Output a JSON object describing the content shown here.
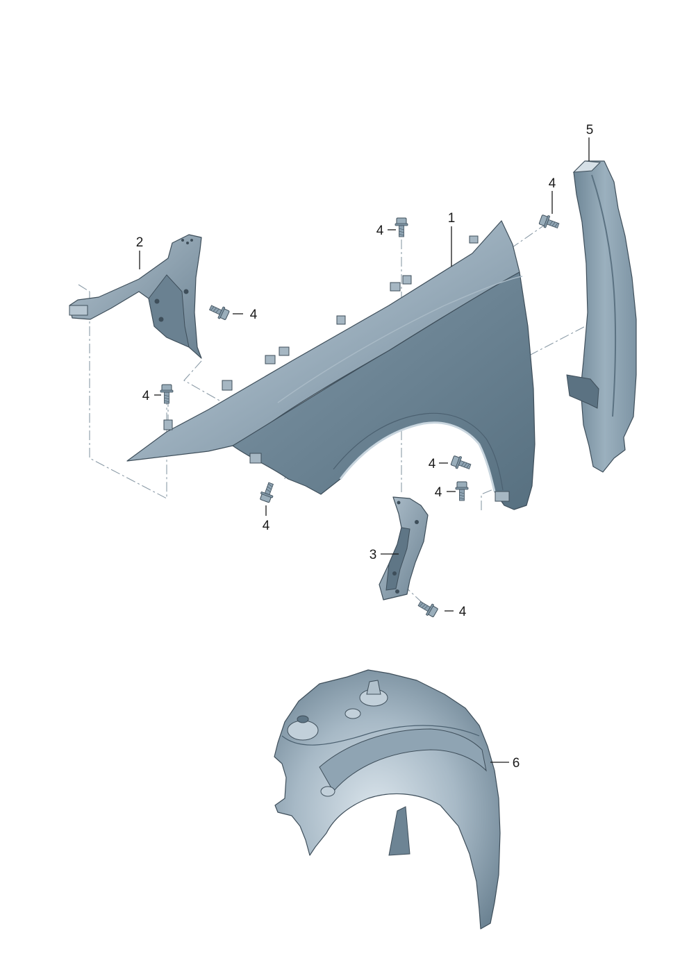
{
  "callouts": {
    "fender": "1",
    "upper_bracket": "2",
    "lower_bracket": "3",
    "bolt": "4",
    "seal_strip": "5",
    "wheel_housing_liner": "6"
  },
  "colors": {
    "part_light": "#b9c8d2",
    "part_mid": "#8ea3b2",
    "part_dark": "#5f7686",
    "part_shadow": "#4b6070",
    "dash_line": "#8a9aa6",
    "text": "#1a1a1a"
  },
  "icons": {
    "bolt": "hex-flange-bolt-icon"
  }
}
